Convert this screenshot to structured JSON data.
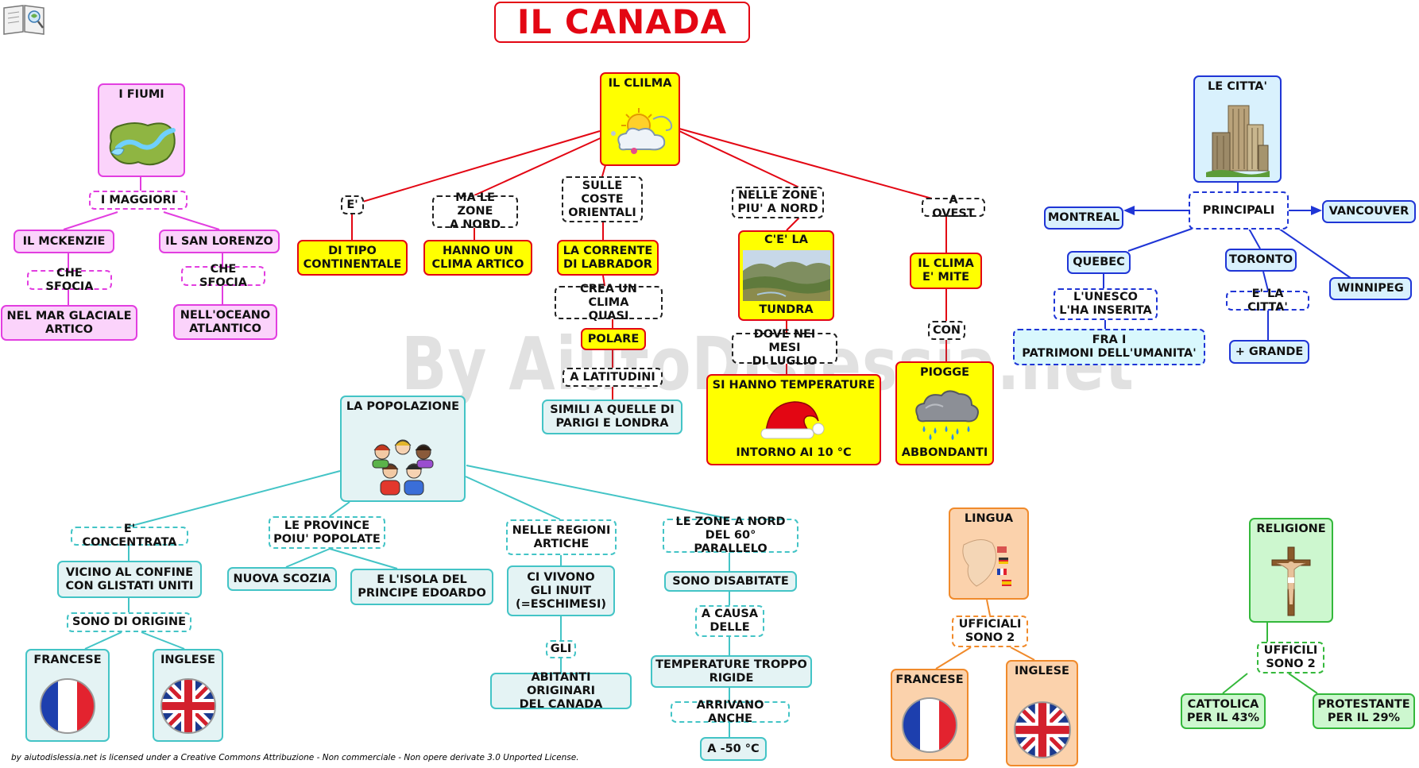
{
  "title": "IL CANADA",
  "watermark": "By AiutoDislessia.net",
  "license": "by aiutodislessia.net is licensed under a Creative Commons Attribuzione - Non commerciale - Non opere derivate 3.0 Unported License.",
  "colors": {
    "climate_line": "#e30613",
    "rivers_line": "#e23ee0",
    "cities_line": "#1f35d6",
    "population_line": "#43c4c6",
    "language_line": "#f08a2b",
    "religion_line": "#34b83b",
    "climate_fill": "#ffff00"
  },
  "nodes": {
    "fiumi": "I FIUMI",
    "maggiori": "I MAGGIORI",
    "mckenzie": "IL MCKENZIE",
    "sanlorenzo": "IL SAN LORENZO",
    "sfocia1": "CHE SFOCIA",
    "sfocia2": "CHE SFOCIA",
    "glaciale": "NEL MAR GLACIALE\nARTICO",
    "atlantico": "NELL'OCEANO\nATLANTICO",
    "clima": "IL CLILMA",
    "e1": "E'",
    "nord": "MA LE ZONE\nA NORD",
    "coste": "SULLE\nCOSTE\nORIENTALI",
    "piunord": "NELLE ZONE\nPIU' A NORD",
    "ovest": "A OVEST",
    "continentale": "DI TIPO\nCONTINENTALE",
    "artico": "HANNO UN\nCLIMA ARTICO",
    "labrador": "LA CORRENTE\nDI LABRADOR",
    "creaclima": "CREA UN CLIMA\nQUASI",
    "polare": "POLARE",
    "latitudini": "A LATITUDINI",
    "parigi": "SIMILI A QUELLE DI\nPARIGI E LONDRA",
    "cela": "C'E' LA",
    "tundra": "TUNDRA",
    "luglio": "DOVE NEI MESI\nDI LUGLIO",
    "temp_top": "SI HANNO TEMPERATURE",
    "temp_bottom": "INTORNO AI 10 °C",
    "mite": "IL CLIMA\nE' MITE",
    "con": "CON",
    "piogge_top": "PIOGGE",
    "piogge_bottom": "ABBONDANTI",
    "citta": "LE CITTA'",
    "principali": "PRINCIPALI",
    "montreal": "MONTREAL",
    "vancouver": "VANCOUVER",
    "quebec": "QUEBEC",
    "toronto": "TORONTO",
    "winnipeg": "WINNIPEG",
    "unesco": "L'UNESCO\nL'HA INSERITA",
    "patrimoni": "FRA I\nPATRIMONI DELL'UMANITA'",
    "ecitta": "E' LA CITTA'",
    "grande": "+ GRANDE",
    "popolazione": "LA POPOLAZIONE",
    "concentrata": "E' CONCENTRATA",
    "province": "LE PROVINCE\nPOIU' POPOLATE",
    "regioni": "NELLE REGIONI\nARTICHE",
    "zone60": "LE ZONE A NORD\nDEL 60° PARALLELO",
    "confine": "VICINO AL CONFINE\nCON GLISTATI UNITI",
    "scozia": "NUOVA SCOZIA",
    "edoardo": "E L'ISOLA DEL\nPRINCIPE EDOARDO",
    "inuit": "CI VIVONO\nGLI INUIT\n(=ESCHIMESI)",
    "disabitate": "SONO DISABITATE",
    "origine": "SONO DI ORIGINE",
    "gli": "GLI",
    "acausa": "A CAUSA\nDELLE",
    "francese1": "FRANCESE",
    "inglese1": "INGLESE",
    "originari": "ABITANTI ORIGINARI\nDEL CANADA",
    "rigide": "TEMPERATURE TROPPO\nRIGIDE",
    "arrivano": "ARRIVANO ANCHE",
    "meno50": "A -50 °C",
    "lingua": "LINGUA",
    "ufficiali": "UFFICIALI\nSONO 2",
    "francese2": "FRANCESE",
    "inglese2": "INGLESE",
    "religione": "RELIGIONE",
    "ufficili": "UFFICILI\nSONO 2",
    "cattolica": "CATTOLICA\nPER IL 43%",
    "protestante": "PROTESTANTE\nPER IL 29%"
  }
}
